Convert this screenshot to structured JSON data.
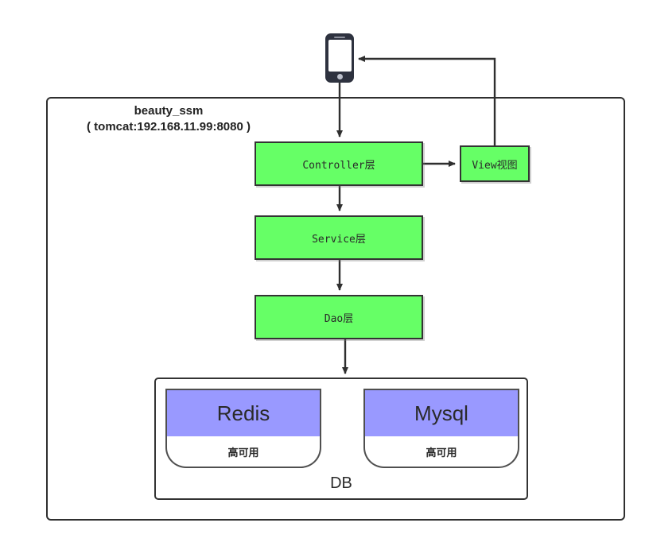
{
  "diagram": {
    "title": "beauty_ssm",
    "subtitle": "( tomcat:192.168.11.99:8080 )",
    "client": {
      "name": "smartphone-icon"
    },
    "layers": [
      {
        "key": "controller",
        "label": "Controller层"
      },
      {
        "key": "service",
        "label": "Service层"
      },
      {
        "key": "dao",
        "label": "Dao层"
      }
    ],
    "view": {
      "label": "View视图"
    },
    "db": {
      "label": "DB",
      "stores": [
        {
          "name": "Redis",
          "subtitle": "高可用"
        },
        {
          "name": "Mysql",
          "subtitle": "高可用"
        }
      ]
    },
    "colors": {
      "layer_fill": "#66ff66",
      "store_fill": "#9999ff",
      "stroke": "#333333",
      "phone_body": "#2e323f",
      "background": "#ffffff"
    }
  }
}
